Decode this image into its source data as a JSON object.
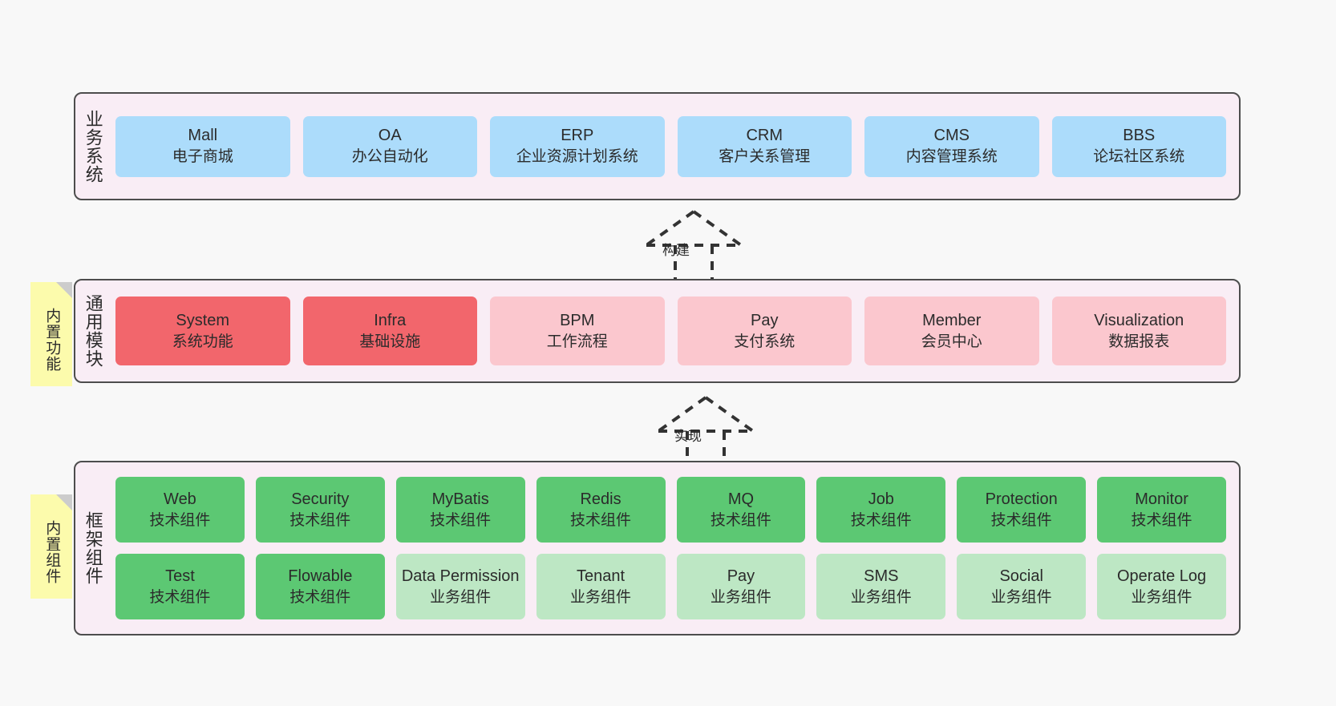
{
  "diagram": {
    "background_color": "#f8f8f8",
    "layer_background_color": "#F9EDF5",
    "layer_border_color": "#4d4d4d"
  },
  "layers": [
    {
      "id": "business",
      "title": "业务系统",
      "accent": "#ACDCFB",
      "cards": [
        {
          "name": "Mall",
          "desc": "电子商城",
          "color": "#ACDCFB"
        },
        {
          "name": "OA",
          "desc": "办公自动化",
          "color": "#ACDCFB"
        },
        {
          "name": "ERP",
          "desc": "企业资源计划系统",
          "color": "#ACDCFB"
        },
        {
          "name": "CRM",
          "desc": "客户关系管理",
          "color": "#ACDCFB"
        },
        {
          "name": "CMS",
          "desc": "内容管理系统",
          "color": "#ACDCFB"
        },
        {
          "name": "BBS",
          "desc": "论坛社区系统",
          "color": "#ACDCFB"
        }
      ]
    },
    {
      "id": "common",
      "title": "通用模块",
      "sticky": "内置功能",
      "cards": [
        {
          "name": "System",
          "desc": "系统功能",
          "color": "#F2666C"
        },
        {
          "name": "Infra",
          "desc": "基础设施",
          "color": "#F2666C"
        },
        {
          "name": "BPM",
          "desc": "工作流程",
          "color": "#FBC7CE"
        },
        {
          "name": "Pay",
          "desc": "支付系统",
          "color": "#FBC7CE"
        },
        {
          "name": "Member",
          "desc": "会员中心",
          "color": "#FBC7CE"
        },
        {
          "name": "Visualization",
          "desc": "数据报表",
          "color": "#FBC7CE"
        }
      ]
    },
    {
      "id": "framework",
      "title": "框架组件",
      "sticky": "内置组件",
      "rows": [
        [
          {
            "name": "Web",
            "desc": "技术组件",
            "color": "#5CC873"
          },
          {
            "name": "Security",
            "desc": "技术组件",
            "color": "#5CC873"
          },
          {
            "name": "MyBatis",
            "desc": "技术组件",
            "color": "#5CC873"
          },
          {
            "name": "Redis",
            "desc": "技术组件",
            "color": "#5CC873"
          },
          {
            "name": "MQ",
            "desc": "技术组件",
            "color": "#5CC873"
          },
          {
            "name": "Job",
            "desc": "技术组件",
            "color": "#5CC873"
          },
          {
            "name": "Protection",
            "desc": "技术组件",
            "color": "#5CC873"
          },
          {
            "name": "Monitor",
            "desc": "技术组件",
            "color": "#5CC873"
          }
        ],
        [
          {
            "name": "Test",
            "desc": "技术组件",
            "color": "#5CC873"
          },
          {
            "name": "Flowable",
            "desc": "技术组件",
            "color": "#5CC873"
          },
          {
            "name": "Data Permission",
            "desc": "业务组件",
            "color": "#BDE7C4"
          },
          {
            "name": "Tenant",
            "desc": "业务组件",
            "color": "#BDE7C4"
          },
          {
            "name": "Pay",
            "desc": "业务组件",
            "color": "#BDE7C4"
          },
          {
            "name": "SMS",
            "desc": "业务组件",
            "color": "#BDE7C4"
          },
          {
            "name": "Social",
            "desc": "业务组件",
            "color": "#BDE7C4"
          },
          {
            "name": "Operate Log",
            "desc": "业务组件",
            "color": "#BDE7C4"
          }
        ]
      ]
    }
  ],
  "connectors": [
    {
      "id": "build",
      "label": "构建",
      "style": "dashed-generalization"
    },
    {
      "id": "implement",
      "label": "实现",
      "style": "dashed-generalization"
    }
  ]
}
